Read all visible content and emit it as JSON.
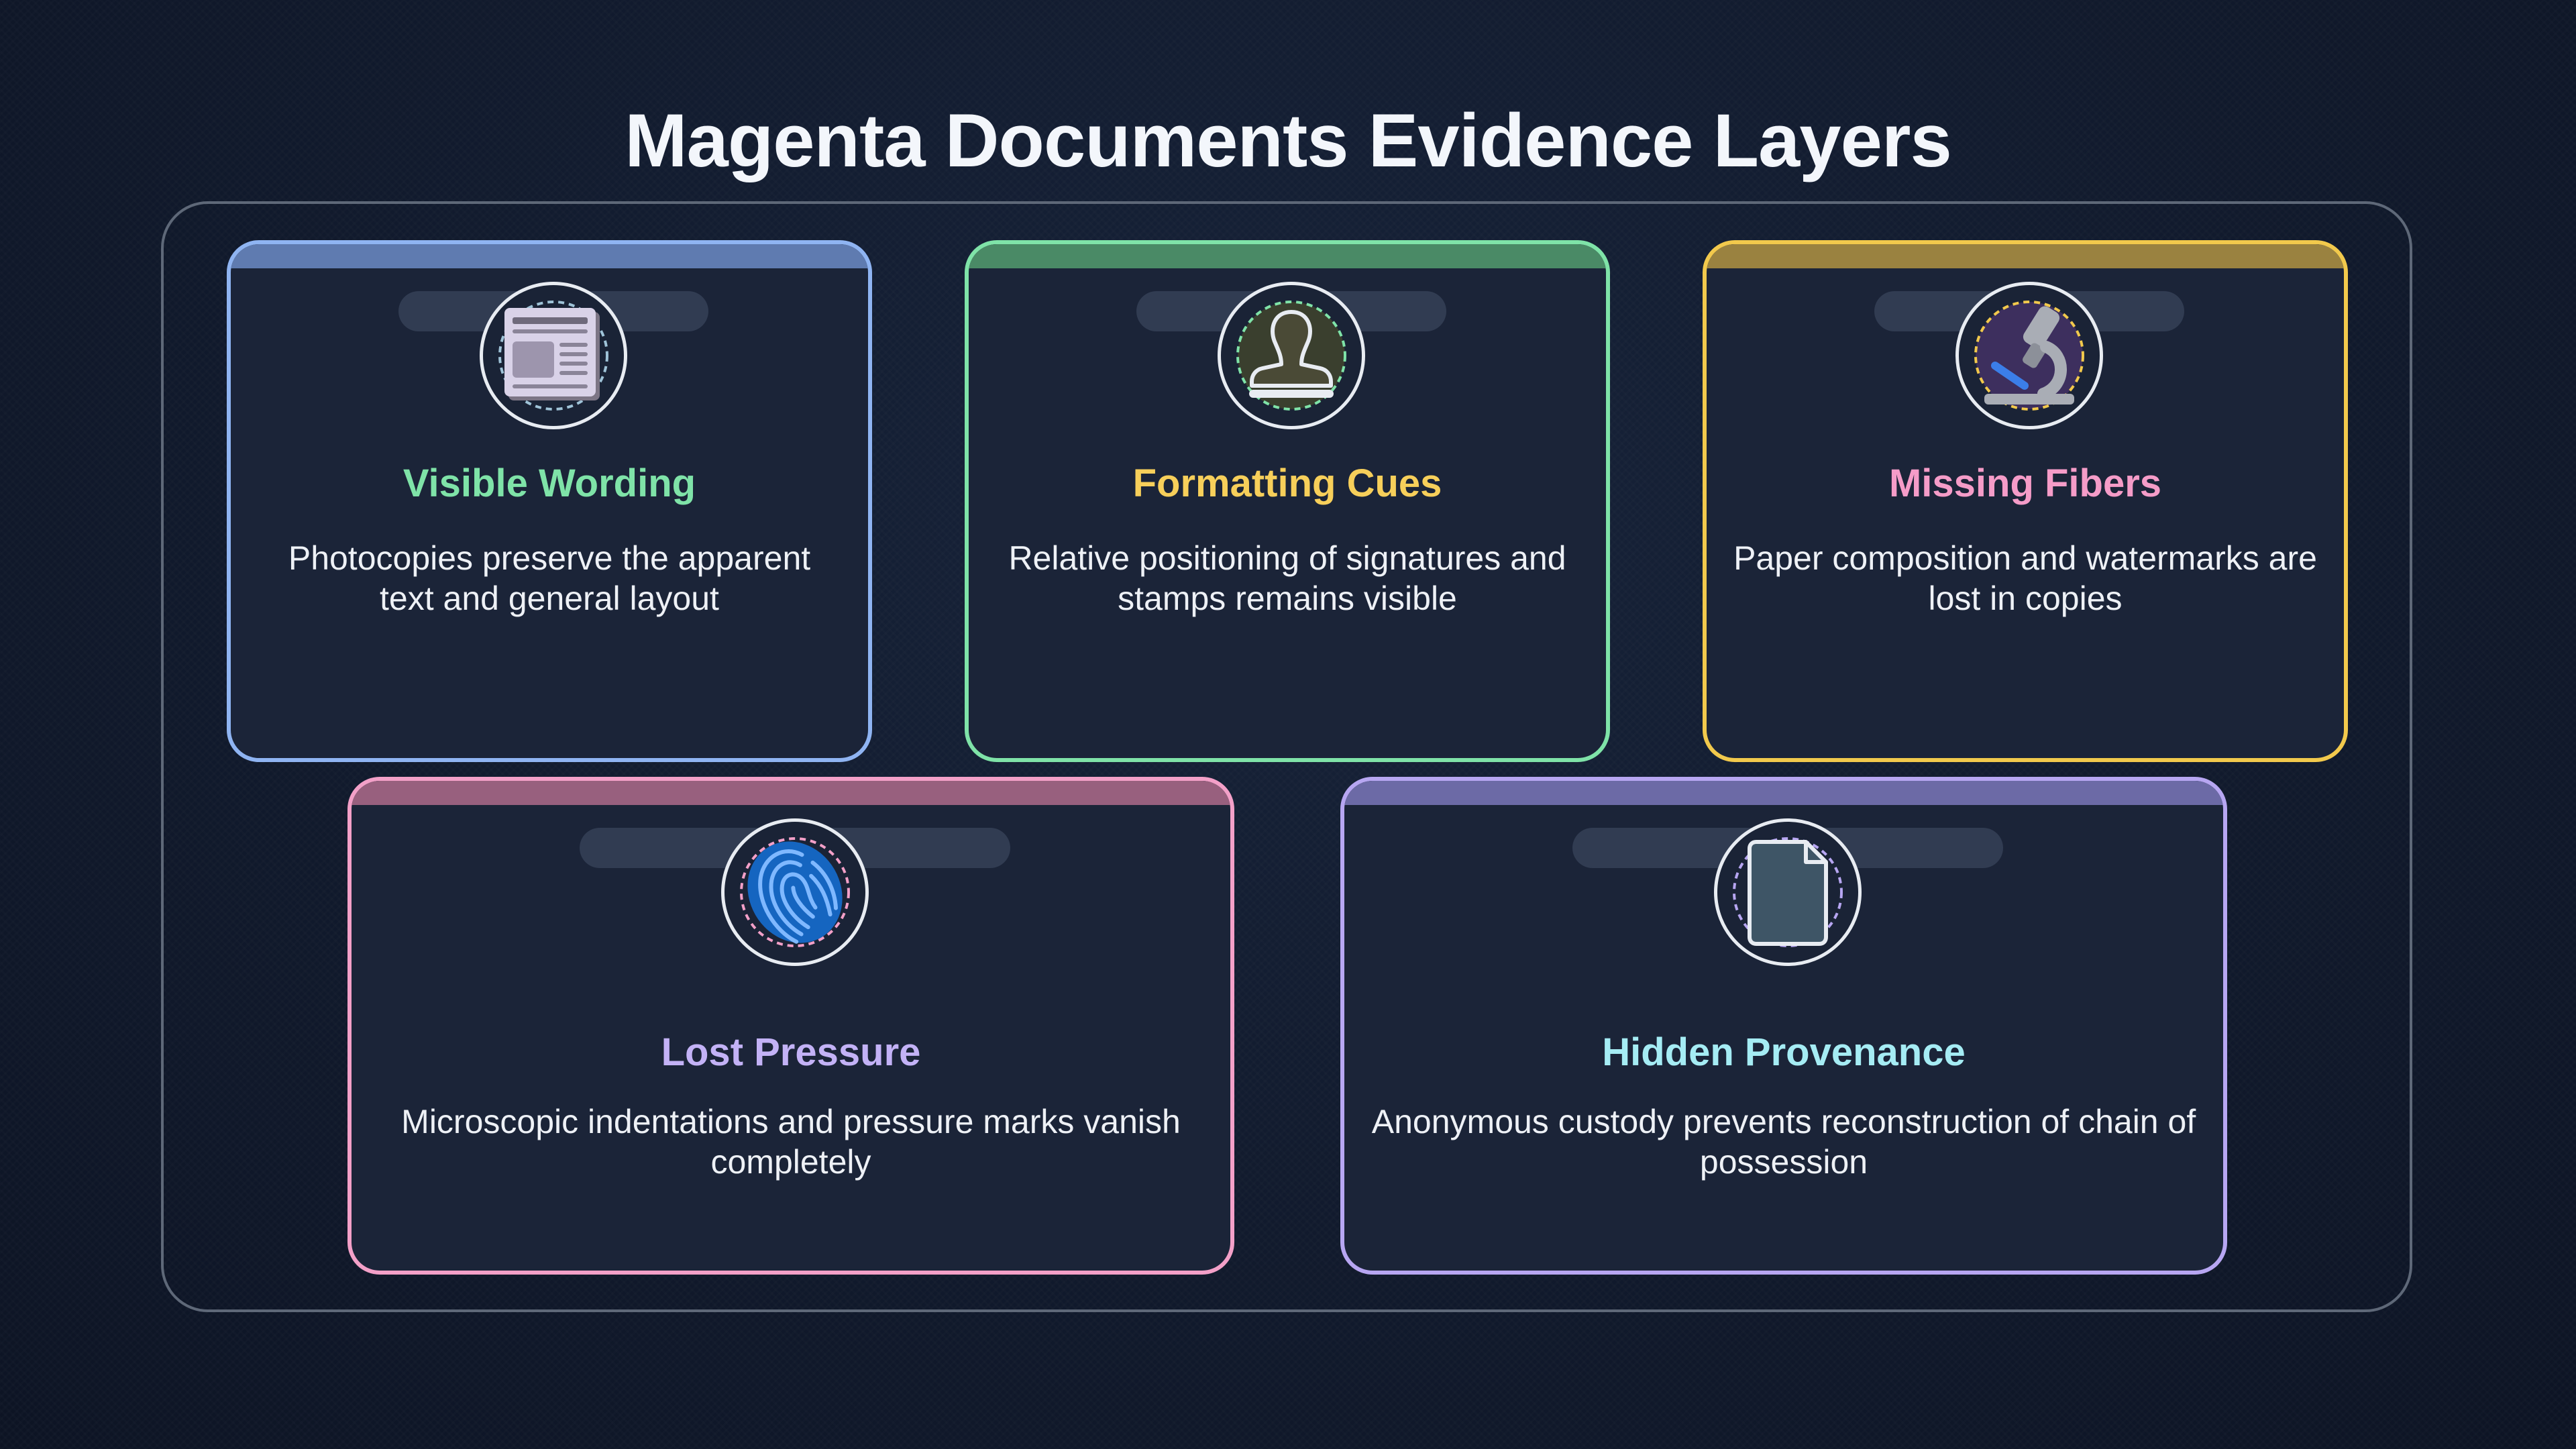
{
  "title": "Magenta Documents Evidence Layers",
  "colors": {
    "blue": "#8fb4f2",
    "green": "#7fe3a8",
    "yellow": "#f2c94c",
    "pink": "#f3a0c8",
    "purple": "#b7a6f2",
    "cyan": "#a5ecf4"
  },
  "cards": [
    {
      "title": "Visible Wording",
      "description": "Photocopies preserve the apparent text and general layout",
      "icon": "newspaper-icon",
      "border_color": "#8fb4f2",
      "title_color": "#7fe3a8"
    },
    {
      "title": "Formatting Cues",
      "description": "Relative positioning of signatures and stamps remains visible",
      "icon": "stamp-icon",
      "border_color": "#7fe3a8",
      "title_color": "#f7cf5a"
    },
    {
      "title": "Missing Fibers",
      "description": "Paper composition and watermarks are lost in copies",
      "icon": "microscope-icon",
      "border_color": "#f2c94c",
      "title_color": "#f59cc8"
    },
    {
      "title": "Lost Pressure",
      "description": "Microscopic indentations and pressure marks vanish completely",
      "icon": "fingerprint-icon",
      "border_color": "#f3a0c8",
      "title_color": "#c3b2f6"
    },
    {
      "title": "Hidden Provenance",
      "description": "Anonymous custody prevents reconstruction of chain of possession",
      "icon": "document-icon",
      "border_color": "#b7a6f2",
      "title_color": "#a5ecf4"
    }
  ]
}
